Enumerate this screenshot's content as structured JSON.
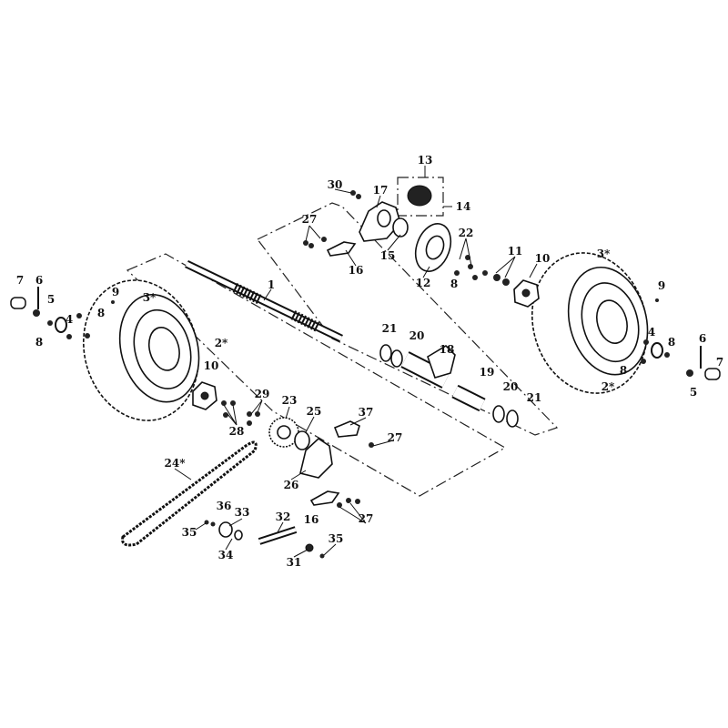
{
  "title": "Rear axle and wheels exploded parts diagram",
  "callouts": {
    "p1": "1",
    "p2a": "2*",
    "p2b": "2*",
    "p3a": "3*",
    "p3b": "3*",
    "p4a": "4",
    "p4b": "4",
    "p5a": "5",
    "p5b": "5",
    "p6a": "6",
    "p6b": "6",
    "p7a": "7",
    "p7b": "7",
    "p8a": "8",
    "p8b": "8",
    "p8c": "8",
    "p8d": "8",
    "p8e": "8",
    "p9a": "9",
    "p9b": "9",
    "p10a": "10",
    "p10b": "10",
    "p11": "11",
    "p12": "12",
    "p13": "13",
    "p14": "14",
    "p15": "15",
    "p16a": "16",
    "p16b": "16",
    "p17": "17",
    "p18": "18",
    "p19": "19",
    "p20a": "20",
    "p20b": "20",
    "p21a": "21",
    "p21b": "21",
    "p22": "22",
    "p23": "23",
    "p24": "24*",
    "p25": "25",
    "p26": "26",
    "p27a": "27",
    "p27b": "27",
    "p27c": "27",
    "p28": "28",
    "p29": "29",
    "p30": "30",
    "p31": "31",
    "p32": "32",
    "p33": "33",
    "p34": "34",
    "p35a": "35",
    "p35b": "35",
    "p36": "36",
    "p37": "37"
  }
}
